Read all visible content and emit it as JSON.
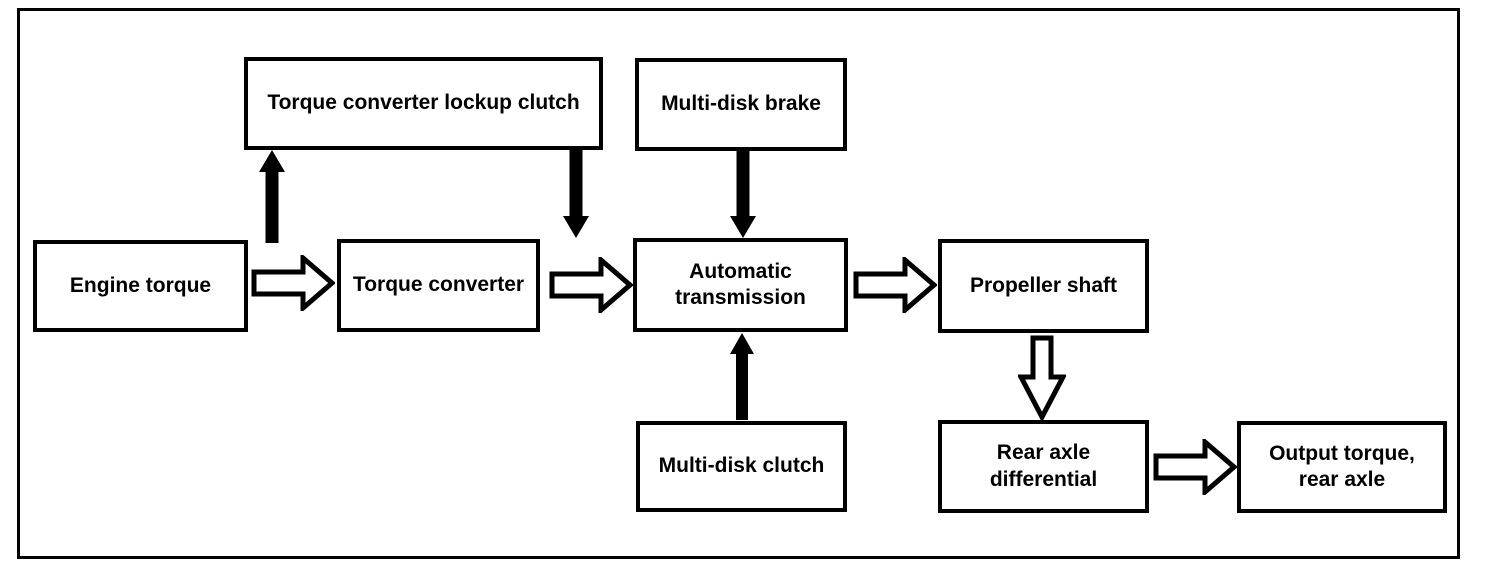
{
  "colors": {
    "line": "#000000",
    "background": "#ffffff"
  },
  "nodes": {
    "engine_torque": {
      "label": "Engine torque"
    },
    "torque_converter": {
      "label": "Torque converter"
    },
    "lockup_clutch": {
      "label": "Torque converter lockup clutch"
    },
    "multi_disk_brake": {
      "label": "Multi-disk brake"
    },
    "automatic_transmission": {
      "label": "Automatic transmission"
    },
    "propeller_shaft": {
      "label": "Propeller shaft"
    },
    "multi_disk_clutch": {
      "label": "Multi-disk clutch"
    },
    "rear_axle_differential": {
      "label": "Rear axle differential"
    },
    "output_torque_rear_axle": {
      "label": "Output torque, rear axle"
    }
  },
  "edges": [
    {
      "from": "engine_torque",
      "to": "torque_converter",
      "style": "hollow-outline",
      "direction": "right"
    },
    {
      "from": "torque_converter",
      "to": "lockup_clutch",
      "style": "solid-filled",
      "direction": "up"
    },
    {
      "from": "lockup_clutch",
      "to": "automatic_transmission",
      "style": "solid-filled",
      "direction": "down"
    },
    {
      "from": "torque_converter",
      "to": "automatic_transmission",
      "style": "hollow-outline",
      "direction": "right"
    },
    {
      "from": "multi_disk_brake",
      "to": "automatic_transmission",
      "style": "solid-filled",
      "direction": "down"
    },
    {
      "from": "multi_disk_clutch",
      "to": "automatic_transmission",
      "style": "solid-filled",
      "direction": "up"
    },
    {
      "from": "automatic_transmission",
      "to": "propeller_shaft",
      "style": "hollow-outline",
      "direction": "right"
    },
    {
      "from": "propeller_shaft",
      "to": "rear_axle_differential",
      "style": "hollow-outline",
      "direction": "down"
    },
    {
      "from": "rear_axle_differential",
      "to": "output_torque_rear_axle",
      "style": "hollow-outline",
      "direction": "right"
    }
  ]
}
